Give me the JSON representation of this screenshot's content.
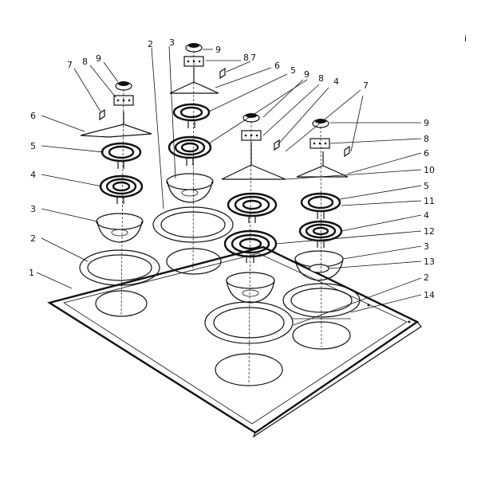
{
  "callouts": [
    {
      "id": "lbl-1",
      "text": "1"
    },
    {
      "id": "lbl-2a",
      "text": "2"
    },
    {
      "id": "lbl-2b",
      "text": "2"
    },
    {
      "id": "lbl-2c",
      "text": "2"
    },
    {
      "id": "lbl-3a",
      "text": "3"
    },
    {
      "id": "lbl-3b",
      "text": "3"
    },
    {
      "id": "lbl-3c",
      "text": "3"
    },
    {
      "id": "lbl-4a",
      "text": "4"
    },
    {
      "id": "lbl-4b",
      "text": "4"
    },
    {
      "id": "lbl-4c",
      "text": "4"
    },
    {
      "id": "lbl-5a",
      "text": "5"
    },
    {
      "id": "lbl-5b",
      "text": "5"
    },
    {
      "id": "lbl-5c",
      "text": "5"
    },
    {
      "id": "lbl-6a",
      "text": "6"
    },
    {
      "id": "lbl-6b",
      "text": "6"
    },
    {
      "id": "lbl-6c",
      "text": "6"
    },
    {
      "id": "lbl-7a",
      "text": "7"
    },
    {
      "id": "lbl-7b",
      "text": "7"
    },
    {
      "id": "lbl-7c",
      "text": "7"
    },
    {
      "id": "lbl-8a",
      "text": "8"
    },
    {
      "id": "lbl-8b",
      "text": "8"
    },
    {
      "id": "lbl-8c",
      "text": "8"
    },
    {
      "id": "lbl-8d",
      "text": "8"
    },
    {
      "id": "lbl-9a",
      "text": "9"
    },
    {
      "id": "lbl-9b",
      "text": "9"
    },
    {
      "id": "lbl-9c",
      "text": "9"
    },
    {
      "id": "lbl-9d",
      "text": "9"
    },
    {
      "id": "lbl-10",
      "text": "10"
    },
    {
      "id": "lbl-11",
      "text": "11"
    },
    {
      "id": "lbl-12",
      "text": "12"
    },
    {
      "id": "lbl-13",
      "text": "13"
    },
    {
      "id": "lbl-14",
      "text": "14"
    },
    {
      "id": "margin-mark",
      "text": "i"
    }
  ]
}
